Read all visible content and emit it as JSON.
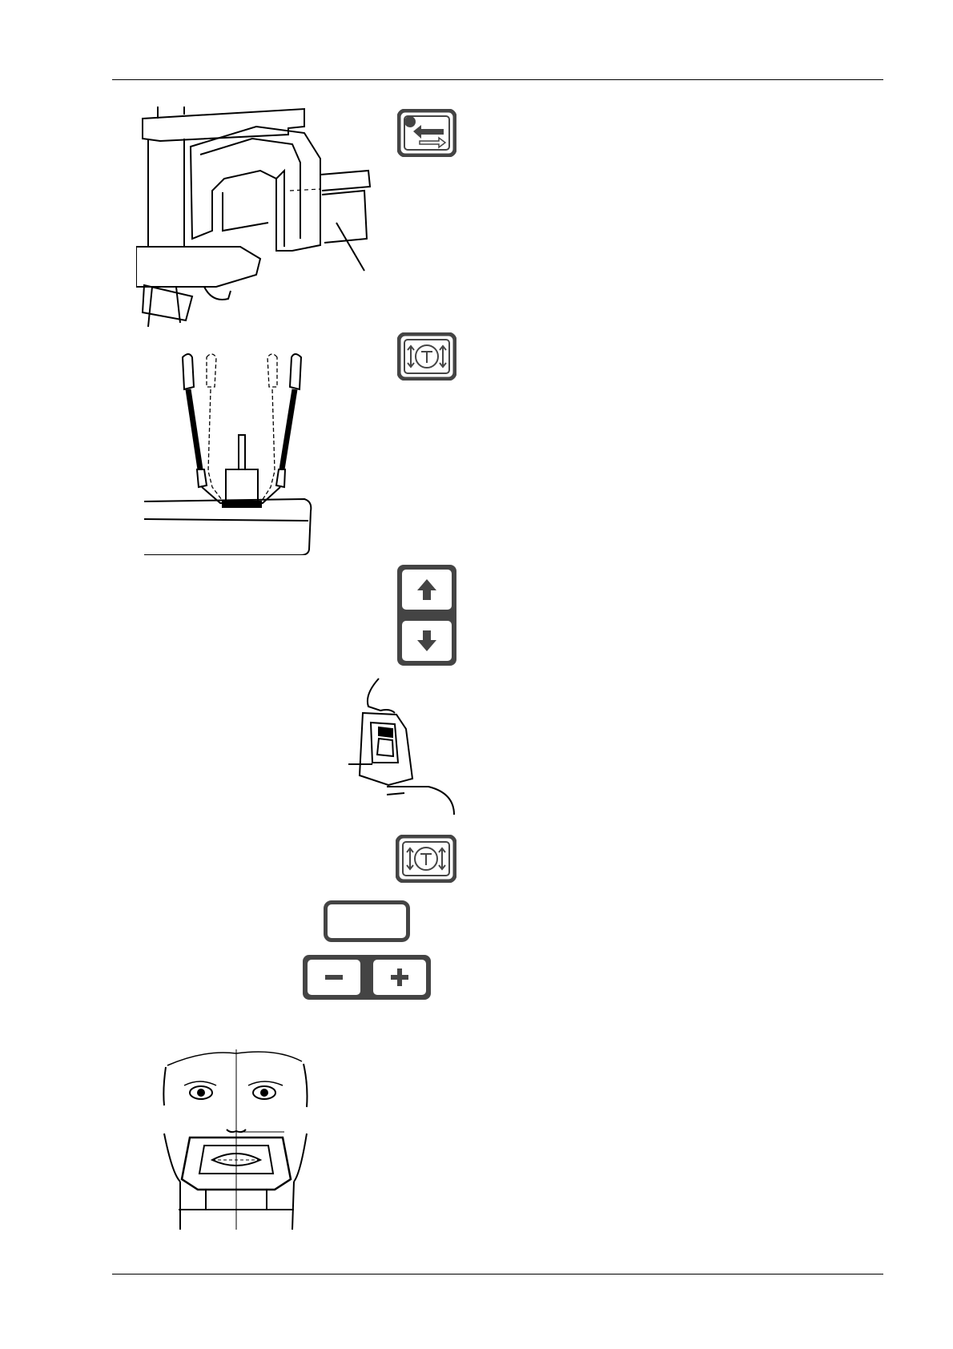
{
  "page": {
    "header_rule": true,
    "footer_rule": true
  },
  "figures": [
    {
      "name": "machine-unit-figure",
      "icon": "panoramic-xray-unit"
    },
    {
      "name": "head-support-figure",
      "icon": "temple-support-arms"
    },
    {
      "name": "bite-block-figure",
      "icon": "patient-bite-block-profile"
    },
    {
      "name": "face-front-figure",
      "icon": "patient-face-frontal-alignment"
    }
  ],
  "keys": [
    {
      "name": "return-position-key",
      "icon": "return-arrow-with-dot-icon"
    },
    {
      "name": "temple-support-key",
      "icon": "temple-support-open-close-icon"
    },
    {
      "name": "height-up-key",
      "icon": "arrow-up-icon"
    },
    {
      "name": "height-down-key",
      "icon": "arrow-down-icon"
    },
    {
      "name": "temple-support-key-2",
      "icon": "temple-support-open-close-icon"
    },
    {
      "name": "minus-key",
      "icon": "minus-icon"
    },
    {
      "name": "plus-key",
      "icon": "plus-icon"
    }
  ],
  "display": {
    "value": ""
  },
  "colors": {
    "key_border": "#444444",
    "key_fill": "#ffffff",
    "line": "#000000"
  }
}
